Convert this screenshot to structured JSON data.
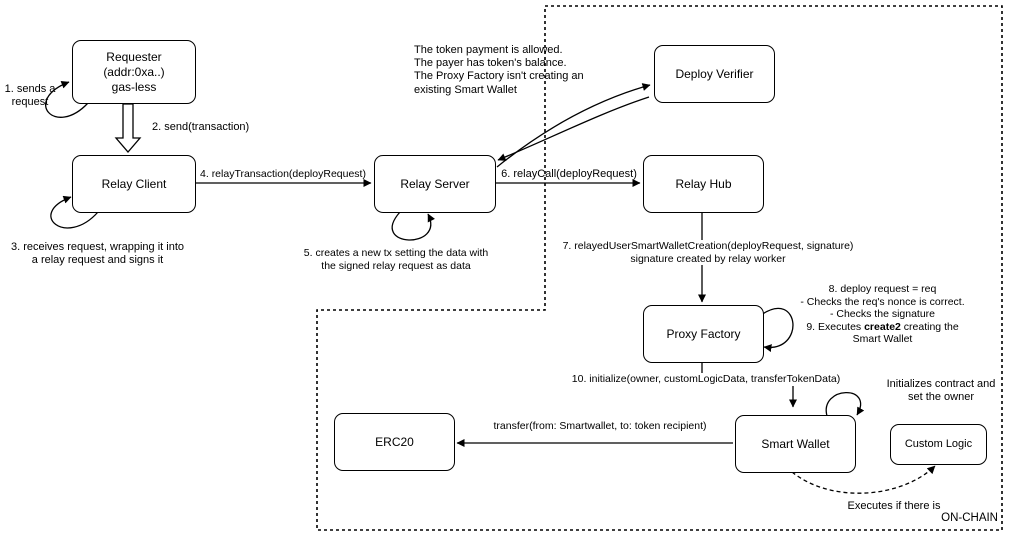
{
  "nodes": {
    "requester": "Requester\n(addr:0xa..)\ngas-less",
    "relay_client": "Relay Client",
    "relay_server": "Relay Server",
    "deploy_verifier": "Deploy Verifier",
    "relay_hub": "Relay Hub",
    "proxy_factory": "Proxy Factory",
    "smart_wallet": "Smart Wallet",
    "custom_logic": "Custom Logic",
    "erc20": "ERC20"
  },
  "labels": {
    "step1": "1. sends a\nrequest",
    "step2": "2. send(transaction)",
    "step3": "3. receives request, wrapping it into\na relay request and signs it",
    "step4": "4. relayTransaction(deployRequest)",
    "step5": "5. creates a new tx setting the data with\nthe signed relay request as data",
    "verifier_note": "The token payment is allowed.\nThe payer has token's balance.\nThe Proxy Factory isn't creating an\nexisting Smart Wallet",
    "step6": "6. relayCall(deployRequest)",
    "step7": "7. relayedUserSmartWalletCreation(deployRequest, signature)\nsignature created by relay worker",
    "step8": "8. deploy request = req\n- Checks the req's nonce is correct.\n- Checks the signature\n",
    "step9_prefix": "9. Executes ",
    "step9_bold": "create2",
    "step9_suffix": " creating the\nSmart Wallet",
    "step10": "10. initialize(owner, customLogicData, transferTokenData)",
    "initializes_note": "Initializes contract and\nset the owner",
    "transfer": "transfer(from: Smartwallet, to: token recipient)",
    "executes_note": "Executes if there is",
    "onchain": "ON-CHAIN"
  }
}
